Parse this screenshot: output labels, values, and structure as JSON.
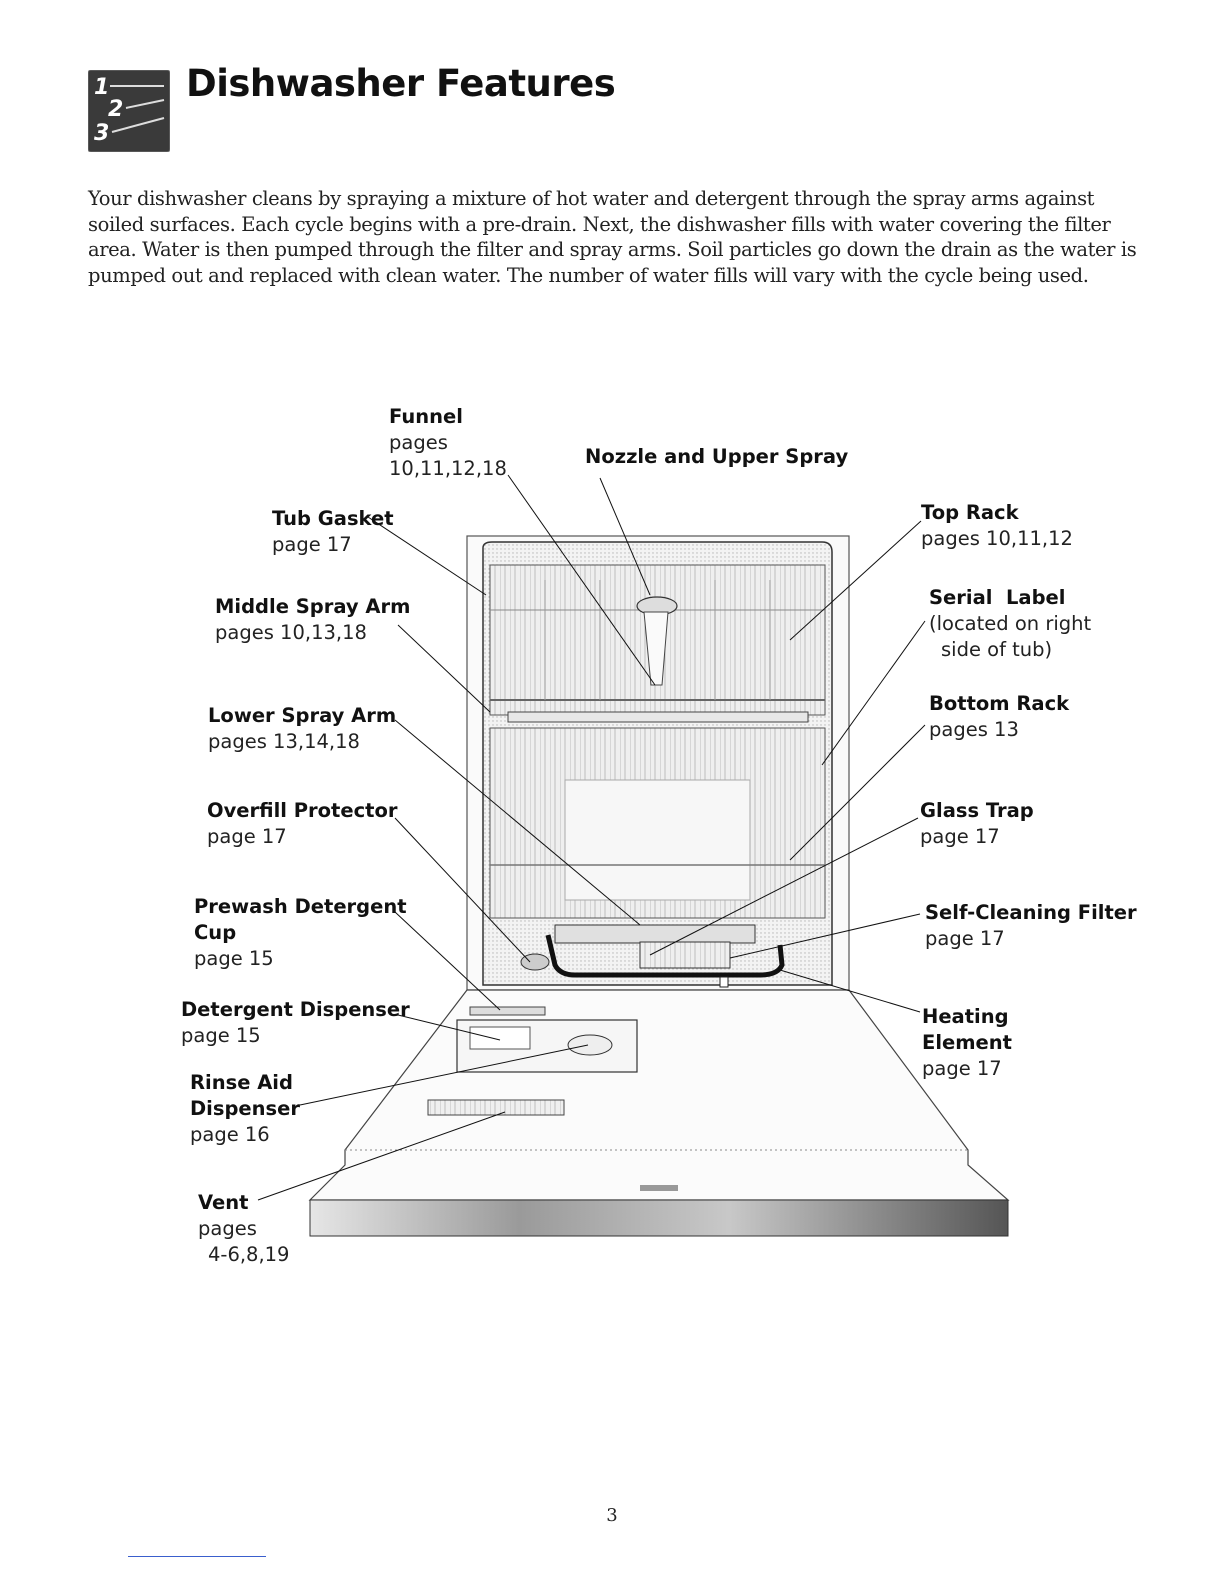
{
  "header": {
    "title": "Dishwasher Features",
    "icon": "numbered-steps-icon"
  },
  "intro": "Your dishwasher cleans by spraying a mixture of hot water and detergent through the spray arms against soiled surfaces. Each cycle begins with a pre-drain. Next, the dishwasher fills with water covering the filter area. Water is then pumped through the filter and spray arms. Soil particles go down the drain as the water is pumped out and replaced with clean water. The number of water fills will vary with the cycle being used.",
  "labels": {
    "funnel": {
      "name": "Funnel",
      "ref1": "pages",
      "ref2": "10,11,12,18"
    },
    "nozzle": {
      "name": "Nozzle and Upper Spray"
    },
    "tub_gasket": {
      "name": "Tub Gasket",
      "ref1": "page 17"
    },
    "middle_spray_arm": {
      "name": "Middle Spray Arm",
      "ref1": "pages 10,13,18"
    },
    "lower_spray_arm": {
      "name": "Lower Spray Arm",
      "ref1": "pages 13,14,18"
    },
    "overfill_protector": {
      "name": "Overfill Protector",
      "ref1": "page 17"
    },
    "prewash_cup": {
      "name1": "Prewash Detergent",
      "name2": "Cup",
      "ref1": "page 15"
    },
    "detergent_dispenser": {
      "name": "Detergent Dispenser",
      "ref1": "page 15"
    },
    "rinse_aid": {
      "name1": "Rinse Aid",
      "name2": "Dispenser",
      "ref1": "page 16"
    },
    "vent": {
      "name": "Vent",
      "ref1": "pages",
      "ref2": "4-6,8,19"
    },
    "top_rack": {
      "name": "Top Rack",
      "ref1": "pages 10,11,12"
    },
    "serial_label": {
      "name": "Serial  Label",
      "ref1": "(located on right",
      "ref2": "side of tub)"
    },
    "bottom_rack": {
      "name": "Bottom Rack",
      "ref1": "pages 13"
    },
    "glass_trap": {
      "name": "Glass Trap",
      "ref1": "page 17"
    },
    "self_cleaning_filter": {
      "name": "Self-Cleaning Filter",
      "ref1": "page 17"
    },
    "heating_element": {
      "name1": "Heating",
      "name2": "Element",
      "ref1": "page 17"
    }
  },
  "page_number": "3"
}
